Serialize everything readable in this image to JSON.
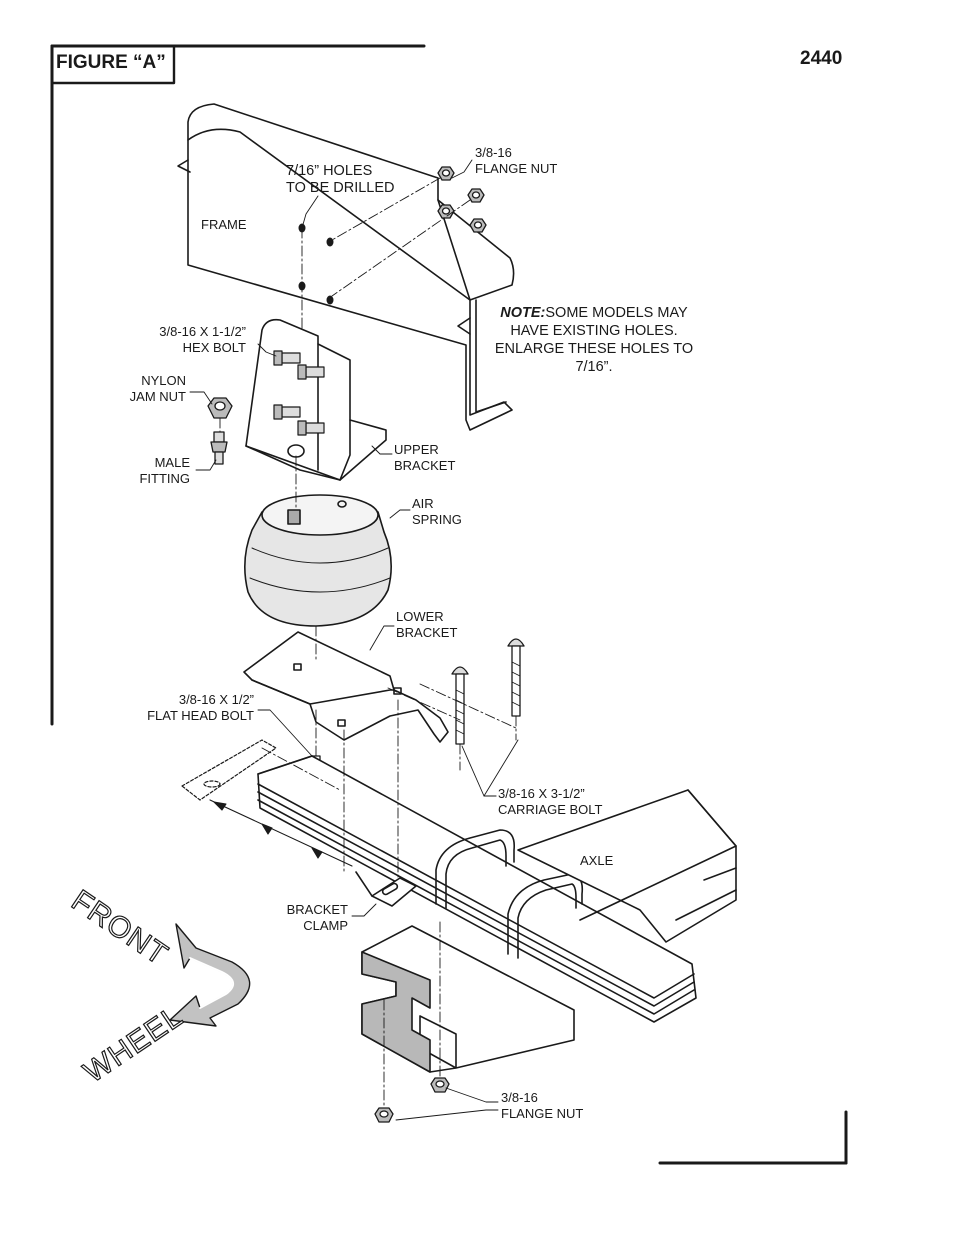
{
  "figure_label": "FIGURE “A”",
  "part_number": "2440",
  "note": {
    "lead": "NOTE:",
    "text": "SOME MODELS MAY HAVE EXISTING HOLES. ENLARGE THESE HOLES TO 7/16”."
  },
  "labels": {
    "holes_line1": "7/16” HOLES",
    "holes_line2": "TO BE DRILLED",
    "frame": "FRAME",
    "flange_nut_top_l1": "3/8-16",
    "flange_nut_top_l2": "FLANGE NUT",
    "hex_bolt_l1": "3/8-16 X 1-1/2”",
    "hex_bolt_l2": "HEX BOLT",
    "nylon_l1": "NYLON",
    "nylon_l2": "JAM NUT",
    "male_l1": "MALE",
    "male_l2": "FITTING",
    "upper_l1": "UPPER",
    "upper_l2": "BRACKET",
    "air_l1": "AIR",
    "air_l2": "SPRING",
    "lower_l1": "LOWER",
    "lower_l2": "BRACKET",
    "flat_l1": "3/8-16 X 1/2”",
    "flat_l2": "FLAT HEAD BOLT",
    "carriage_l1": "3/8-16 X 3-1/2”",
    "carriage_l2": "CARRIAGE BOLT",
    "axle": "AXLE",
    "clamp_l1": "BRACKET",
    "clamp_l2": "CLAMP",
    "flange_nut_bot_l1": "3/8-16",
    "flange_nut_bot_l2": "FLANGE NUT",
    "front": "FRONT",
    "wheel": "WHEEL"
  }
}
